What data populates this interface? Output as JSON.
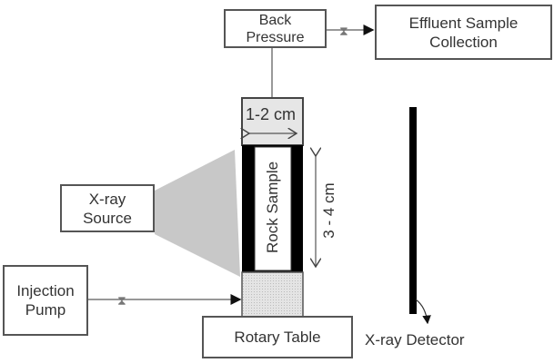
{
  "boxes": {
    "back_pressure": [
      "Back",
      "Pressure"
    ],
    "effluent": [
      "Effluent Sample",
      "Collection"
    ],
    "xray_source": [
      "X-ray",
      "Source"
    ],
    "injection_pump": [
      "Injection",
      "Pump"
    ],
    "rotary_table": "Rotary Table"
  },
  "labels": {
    "width": "1-2 cm",
    "length": "3 - 4 cm",
    "rock_sample": "Rock Sample",
    "detector": "X-ray Detector"
  }
}
